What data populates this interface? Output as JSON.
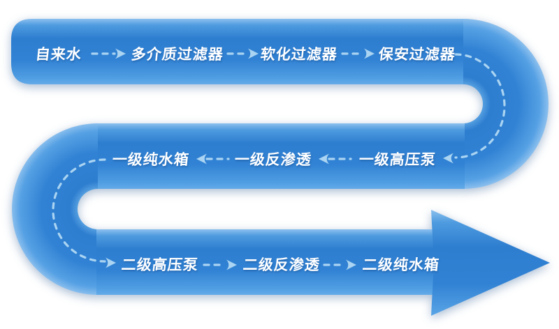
{
  "colors": {
    "background": "#ffffff",
    "ribbon-base": "#2e7ed0",
    "ribbon-mid": "#3182d4",
    "ribbon-highlight": "#8cc0ee",
    "ribbon-edge-light": "#56a1e4",
    "dash": "#aad4f2",
    "label": "#ffffff"
  },
  "icons": {
    "dash-arrowhead-icon": "small solid triangle pointing along flow",
    "flow-arrowhead-icon": "large solid right-pointing arrow terminating the ribbon"
  },
  "flow": {
    "shape": "serpentine-ribbon",
    "rows": [
      {
        "direction": "left-to-right",
        "steps": [
          "自来水",
          "多介质过滤器",
          "软化过滤器",
          "保安过滤器"
        ]
      },
      {
        "direction": "right-to-left",
        "steps": [
          "一级高压泵",
          "一级反渗透",
          "一级纯水箱"
        ]
      },
      {
        "direction": "left-to-right",
        "steps": [
          "二级高压泵",
          "二级反渗透",
          "二级纯水箱"
        ]
      }
    ]
  }
}
